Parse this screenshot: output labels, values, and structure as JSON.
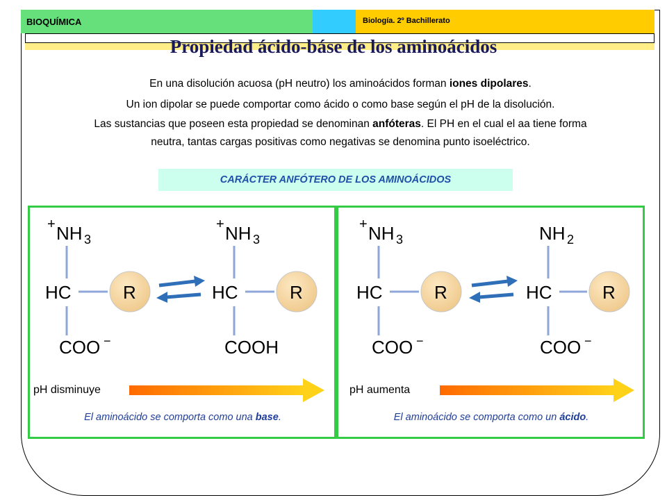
{
  "header": {
    "subject": "BIOQUÍMICA",
    "course": "Biología. 2º Bachillerato",
    "colors": {
      "green": "#66e07a",
      "cyan": "#33ccff",
      "yellow": "#ffcc00"
    }
  },
  "title": "Propiedad ácido-báse de los aminoácidos",
  "paragraphs": {
    "p1_a": "En una disolución acuosa (pH neutro) los aminoácidos forman ",
    "p1_b": "iones dipolares",
    "p1_c": ".",
    "p2": "Un ion dipolar se puede comportar como ácido o como base según el pH de la disolución.",
    "p3_a": "Las sustancias que poseen esta propiedad se denominan ",
    "p3_b": "anfóteras",
    "p3_c": ". El PH en el cual el aa tiene forma",
    "p4": "neutra, tantas cargas positivas como negativas se denomina punto isoeléctrico."
  },
  "banner": "CARÁCTER ANFÓTERO DE LOS AMINOÁCIDOS",
  "panels": [
    {
      "id": "left",
      "mol1": {
        "top_plus": "+",
        "top": "NH",
        "top_sub": "3",
        "mid": "HC",
        "r": "R",
        "bottom": "COO",
        "bottom_charge": "−"
      },
      "mol2": {
        "top_plus": "+",
        "top": "NH",
        "top_sub": "3",
        "mid": "HC",
        "r": "R",
        "bottom": "COOH",
        "bottom_charge": ""
      },
      "ph_label": "pH disminuye",
      "behavior_a": "El aminoácido se comporta como una ",
      "behavior_b": "base",
      "behavior_c": "."
    },
    {
      "id": "right",
      "mol1": {
        "top_plus": "+",
        "top": "NH",
        "top_sub": "3",
        "mid": "HC",
        "r": "R",
        "bottom": "COO",
        "bottom_charge": "−"
      },
      "mol2": {
        "top_plus": "",
        "top": "NH",
        "top_sub": "2",
        "mid": "HC",
        "r": "R",
        "bottom": "COO",
        "bottom_charge": "−"
      },
      "ph_label": "pH aumenta",
      "behavior_a": "El aminoácido se comporta como un ",
      "behavior_b": "ácido",
      "behavior_c": "."
    }
  ],
  "colors": {
    "panel_border": "#33cc44",
    "bond": "#8fa6d9",
    "r_circle": "#f5d9a8",
    "arrow_blue": "#2f6fb8",
    "gradient_start": "#ff6a00",
    "gradient_end": "#ffd21a"
  }
}
